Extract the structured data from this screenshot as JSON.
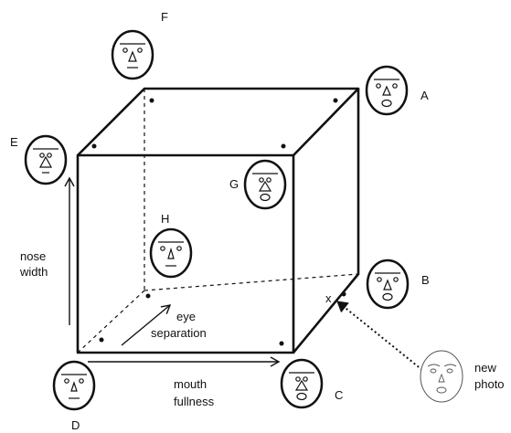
{
  "corner_labels": {
    "A": "A",
    "B": "B",
    "C": "C",
    "D": "D",
    "E": "E",
    "F": "F",
    "G": "G",
    "H": "H"
  },
  "axes": {
    "vertical": [
      "nose",
      "width"
    ],
    "depth": [
      "eye",
      "separation"
    ],
    "horizontal": [
      "mouth",
      "fullness"
    ]
  },
  "point_marker": "x",
  "new_photo_label": [
    "new",
    "photo"
  ],
  "faces": [
    {
      "id": "A",
      "icon": "face-icon"
    },
    {
      "id": "B",
      "icon": "face-icon"
    },
    {
      "id": "C",
      "icon": "face-icon"
    },
    {
      "id": "D",
      "icon": "face-icon"
    },
    {
      "id": "E",
      "icon": "face-icon"
    },
    {
      "id": "F",
      "icon": "face-icon"
    },
    {
      "id": "G",
      "icon": "face-icon"
    },
    {
      "id": "H",
      "icon": "face-icon"
    },
    {
      "id": "new-photo",
      "icon": "face-sketch-icon"
    }
  ]
}
